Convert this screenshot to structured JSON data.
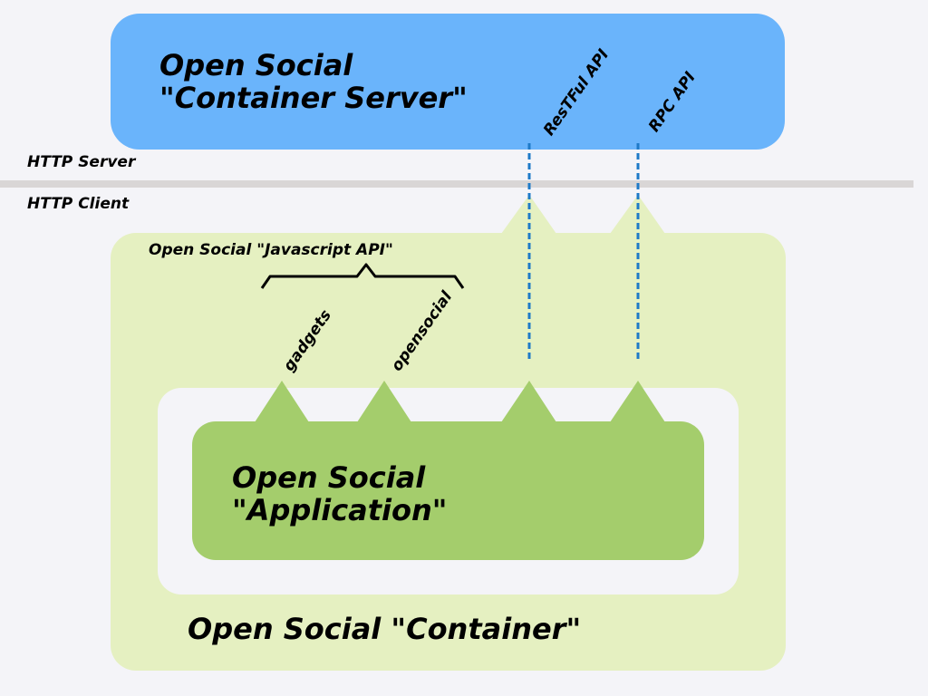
{
  "server": {
    "title_line1": "Open Social",
    "title_line2": "\"Container Server\""
  },
  "apis": {
    "restful": "ResTFul API",
    "rpc": "RPC API"
  },
  "boundary": {
    "server_label": "HTTP Server",
    "client_label": "HTTP Client"
  },
  "container": {
    "js_api_label": "Open Social \"Javascript API\"",
    "gadgets": "gadgets",
    "opensocial": "opensocial",
    "label": "Open Social \"Container\""
  },
  "application": {
    "title_line1": "Open Social",
    "title_line2": "\"Application\""
  },
  "colors": {
    "server_blue": "#6ab4fb",
    "container_green": "#e5f0c1",
    "app_green": "#a4cd6c",
    "dashed_blue": "#1e7ac8",
    "divider_gray": "#d9d6d6"
  }
}
